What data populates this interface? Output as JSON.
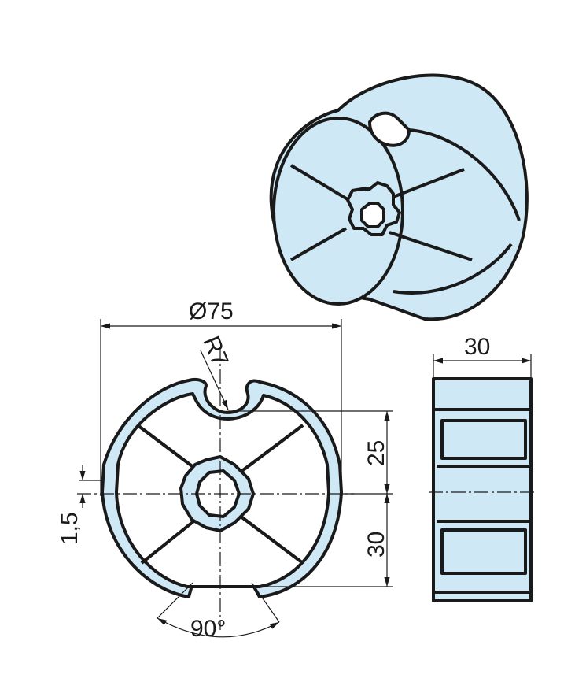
{
  "colors": {
    "fill": "#cfe8f6",
    "line": "#1a1a1a",
    "background": "#ffffff"
  },
  "dimensions": {
    "diameter": "Ø75",
    "radius": "R7",
    "width": "30",
    "upper_height": "25",
    "lower_height": "30",
    "offset": "1,5",
    "angle": "90°"
  }
}
